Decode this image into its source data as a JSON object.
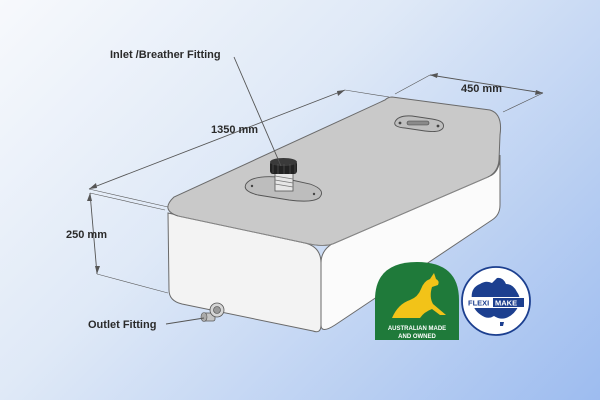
{
  "labels": {
    "inlet": "Inlet /Breather Fitting",
    "length": "1350 mm",
    "width": "450 mm",
    "height": "250 mm",
    "outlet": "Outlet Fitting"
  },
  "badges": {
    "aus_line1": "AUSTRALIAN MADE",
    "aus_line2": "AND OWNED",
    "flexi_left": "FLEXI",
    "flexi_right": "MAKE"
  },
  "colors": {
    "tank_top": "#c8c8c8",
    "tank_side": "#f4f4f4",
    "aus_green": "#1f7a3a",
    "aus_gold": "#f2c318",
    "flexi_blue": "#1c3f8f"
  }
}
